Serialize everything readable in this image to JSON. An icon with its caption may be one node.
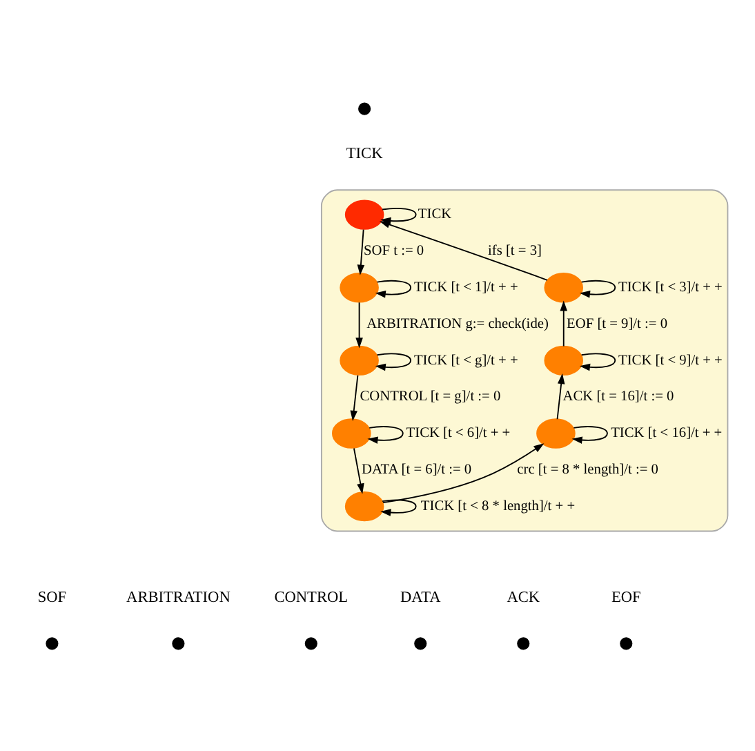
{
  "diagram": {
    "nodes": [
      {
        "text": [],
        "shape": "box"
      },
      {
        "text": [
          "TICK"
        ]
      },
      {
        "text": [],
        "shape": "circle",
        "in": 0
      },
      {
        "text": [],
        "shape": "circle",
        "in": 0
      },
      {
        "text": [],
        "shape": "circle",
        "in": 0
      },
      {
        "text": [],
        "shape": "circle",
        "in": 0
      },
      {
        "text": [],
        "shape": "circle",
        "in": 0
      },
      {
        "text": [],
        "shape": "circle",
        "in": 0
      },
      {
        "text": [],
        "shape": "circle",
        "in": 0
      },
      {
        "text": [],
        "shape": "circle",
        "in": 0
      },
      {
        "text": [
          "SOF"
        ]
      },
      {
        "text": [
          "ARBITRATION"
        ]
      },
      {
        "text": [
          "CONTROL"
        ]
      },
      {
        "text": [
          "DATA"
        ]
      },
      {
        "text": [
          "ACK"
        ]
      },
      {
        "text": [
          "EOF"
        ]
      }
    ],
    "edges": [
      {
        "from": 2,
        "to": 2,
        "arrow": "to",
        "label": "TICK"
      },
      {
        "from": 2,
        "to": 3,
        "arrow": "to",
        "label": "SOF t := 0"
      },
      {
        "from": 3,
        "to": 3,
        "arrow": "to",
        "label": "TICK [t < 1]/t + +"
      },
      {
        "from": 3,
        "to": 5,
        "arrow": "to",
        "label": "ARBITRATION g:= check(ide)"
      },
      {
        "from": 5,
        "to": 5,
        "arrow": "to",
        "label": "TICK [t < g]/t + +"
      },
      {
        "from": 5,
        "to": 7,
        "arrow": "to",
        "label": "CONTROL [t = g]/t := 0"
      },
      {
        "from": 7,
        "to": 7,
        "arrow": "to",
        "label": "TICK [t < 6]/t + +"
      },
      {
        "from": 7,
        "to": 9,
        "arrow": "to",
        "label": "DATA [t = 6]/t := 0"
      },
      {
        "from": 9,
        "to": 9,
        "arrow": "to",
        "label": "TICK [t < 8 * length]/t + +"
      },
      {
        "from": 9,
        "to": 8,
        "arrow": "to",
        "label": "crc [t = 8 * length]/t := 0"
      },
      {
        "from": 8,
        "to": 8,
        "arrow": "to",
        "label": "TICK [t < 16]/t + +"
      },
      {
        "from": 8,
        "to": 6,
        "arrow": "to",
        "label": "ACK [t = 16]/t := 0"
      },
      {
        "from": 6,
        "to": 6,
        "arrow": "to",
        "label": "TICK [t < 9]/t + +"
      },
      {
        "from": 6,
        "to": 4,
        "arrow": "to",
        "label": "EOF [t = 9]/t := 0"
      },
      {
        "from": 4,
        "to": 4,
        "arrow": "to",
        "label": "TICK [t < 3]/t + +"
      },
      {
        "from": 4,
        "to": 2,
        "arrow": "to",
        "label": "ifs [t = 3]"
      }
    ]
  }
}
